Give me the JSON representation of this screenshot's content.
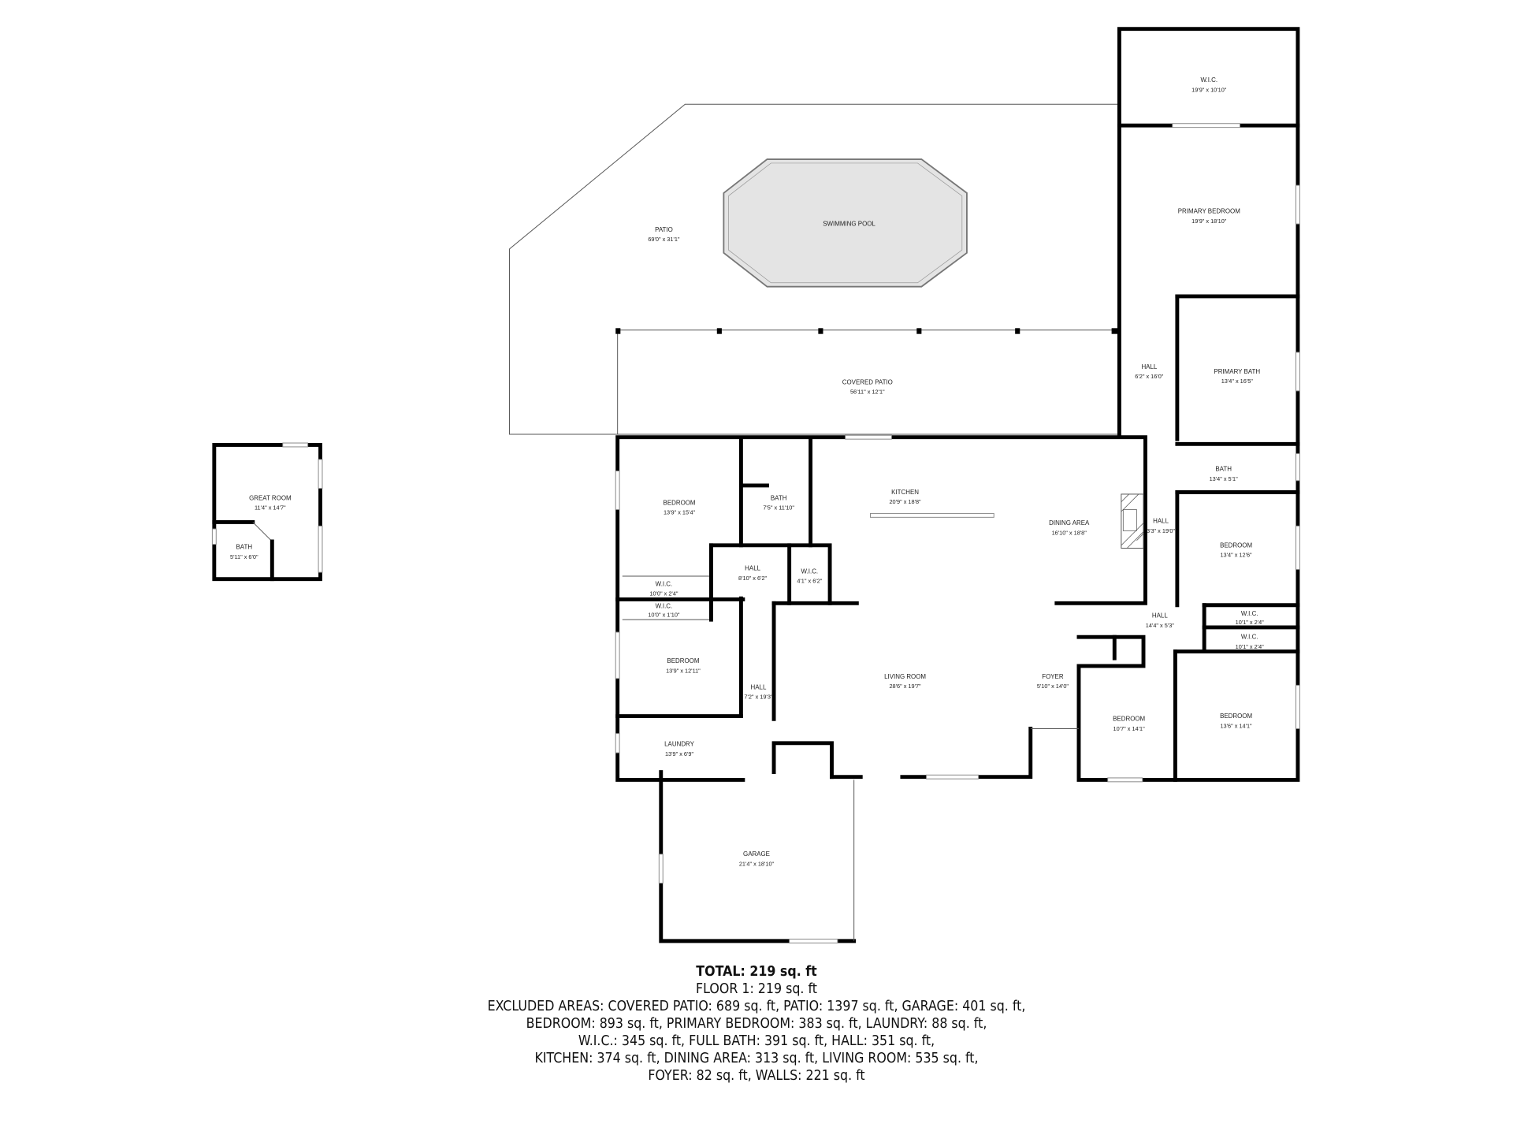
{
  "rooms": {
    "great_room": {
      "name": "GREAT ROOM",
      "dims": "11'4\" x 14'7\""
    },
    "great_bath": {
      "name": "BATH",
      "dims": "5'11\" x 6'0\""
    },
    "patio": {
      "name": "PATIO",
      "dims": "69'0\" x 31'1\""
    },
    "pool": {
      "name": "SWIMMING POOL"
    },
    "covered_patio": {
      "name": "COVERED PATIO",
      "dims": "56'11\" x 12'1\""
    },
    "wic_top": {
      "name": "W.I.C.",
      "dims": "19'9\" x 10'10\""
    },
    "primary_bedroom": {
      "name": "PRIMARY BEDROOM",
      "dims": "19'9\" x 18'10\""
    },
    "hall_primary": {
      "name": "HALL",
      "dims": "6'2\" x 16'0\""
    },
    "primary_bath": {
      "name": "PRIMARY BATH",
      "dims": "13'4\" x 16'5\""
    },
    "bath_right": {
      "name": "BATH",
      "dims": "13'4\" x 5'1\""
    },
    "hall_right": {
      "name": "HALL",
      "dims": "3'3\" x 19'0\""
    },
    "bedroom_right_upper": {
      "name": "BEDROOM",
      "dims": "13'4\" x 12'6\""
    },
    "hall_cross": {
      "name": "HALL",
      "dims": "14'4\" x 5'3\""
    },
    "wic_right_1": {
      "name": "W.I.C.",
      "dims": "10'1\" x 2'4\""
    },
    "wic_right_2": {
      "name": "W.I.C.",
      "dims": "10'1\" x 2'4\""
    },
    "bedroom_right_lower": {
      "name": "BEDROOM",
      "dims": "13'6\" x 14'1\""
    },
    "bedroom_mid_lower": {
      "name": "BEDROOM",
      "dims": "10'7\" x 14'1\""
    },
    "foyer": {
      "name": "FOYER",
      "dims": "5'10\" x 14'0\""
    },
    "living_room": {
      "name": "LIVING ROOM",
      "dims": "28'6\" x 19'7\""
    },
    "kitchen": {
      "name": "KITCHEN",
      "dims": "20'9\" x 18'8\""
    },
    "dining_area": {
      "name": "DINING AREA",
      "dims": "16'10\" x 18'8\""
    },
    "bedroom_left_upper": {
      "name": "BEDROOM",
      "dims": "13'9\" x 15'4\""
    },
    "bath_left": {
      "name": "BATH",
      "dims": "7'5\" x 11'10\""
    },
    "hall_left": {
      "name": "HALL",
      "dims": "8'10\" x 6'2\""
    },
    "wic_left_small": {
      "name": "W.I.C.",
      "dims": "4'1\" x 6'2\""
    },
    "wic_left_1": {
      "name": "W.I.C.",
      "dims": "10'0\" x 2'4\""
    },
    "wic_left_2": {
      "name": "W.I.C.",
      "dims": "10'0\" x 1'10\""
    },
    "bedroom_left_lower": {
      "name": "BEDROOM",
      "dims": "13'9\" x 12'11\""
    },
    "hall_left_vertical": {
      "name": "HALL",
      "dims": "7'2\" x 19'3\""
    },
    "laundry": {
      "name": "LAUNDRY",
      "dims": "13'9\" x 6'9\""
    },
    "garage": {
      "name": "GARAGE",
      "dims": "21'4\" x 18'10\""
    }
  },
  "summary": {
    "total": "TOTAL: 219 sq. ft",
    "floor": "FLOOR 1: 219 sq. ft",
    "lines": [
      "EXCLUDED AREAS: COVERED PATIO: 689 sq. ft, PATIO: 1397 sq. ft, GARAGE: 401 sq. ft,",
      "BEDROOM: 893 sq. ft, PRIMARY BEDROOM: 383 sq. ft, LAUNDRY: 88 sq. ft,",
      "W.I.C.: 345 sq. ft, FULL BATH: 391 sq. ft, HALL: 351 sq. ft,",
      "KITCHEN: 374 sq. ft, DINING AREA: 313 sq. ft, LIVING ROOM: 535 sq. ft,",
      "FOYER: 82 sq. ft, WALLS: 221 sq. ft"
    ]
  },
  "colors": {
    "wall": "#000000",
    "pool_fill": "#e4e4e4",
    "background": "#ffffff"
  }
}
